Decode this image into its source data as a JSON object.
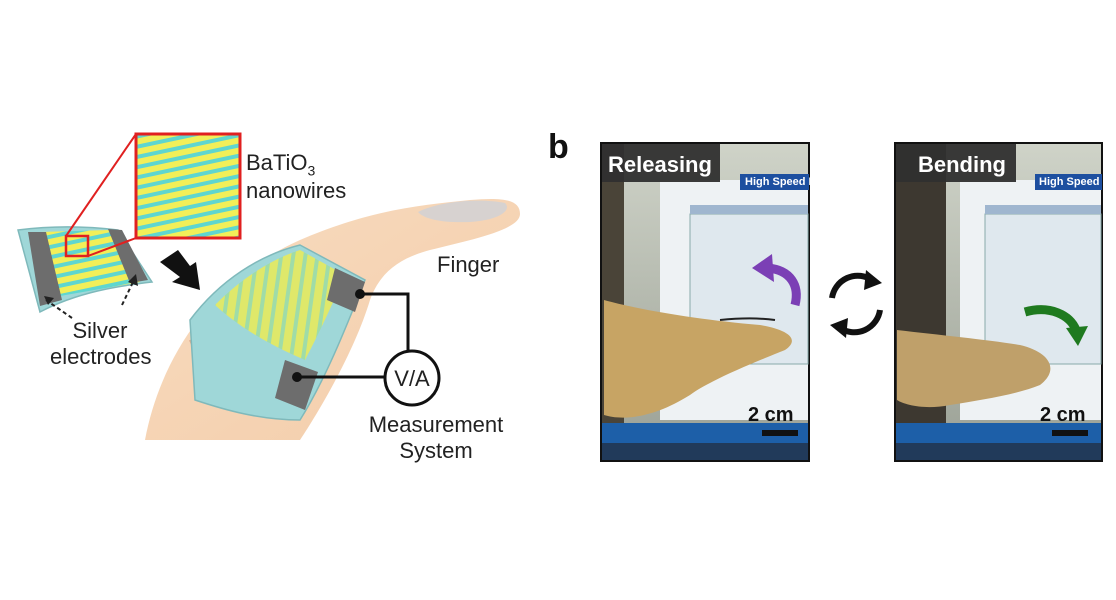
{
  "panel_a": {
    "inset_label_main": "BaTiO",
    "inset_label_sub": "3",
    "inset_label_line2": "nanowires",
    "electrode_label_line1": "Silver",
    "electrode_label_line2": "electrodes",
    "finger_label": "Finger",
    "meter_label": "V/A",
    "measurement_line1": "Measurement",
    "measurement_line2": "System"
  },
  "panel_b": {
    "letter": "b",
    "left_photo": {
      "state": "Releasing",
      "scale": "2 cm",
      "arrow_color": "#7b3fb5",
      "window_title": "High Speed Mea"
    },
    "right_photo": {
      "state": "Bending",
      "scale": "2 cm",
      "arrow_color": "#1f7a1f",
      "window_title": "High Speed Mea"
    },
    "cycle_icon": "refresh-cycle-icon"
  }
}
